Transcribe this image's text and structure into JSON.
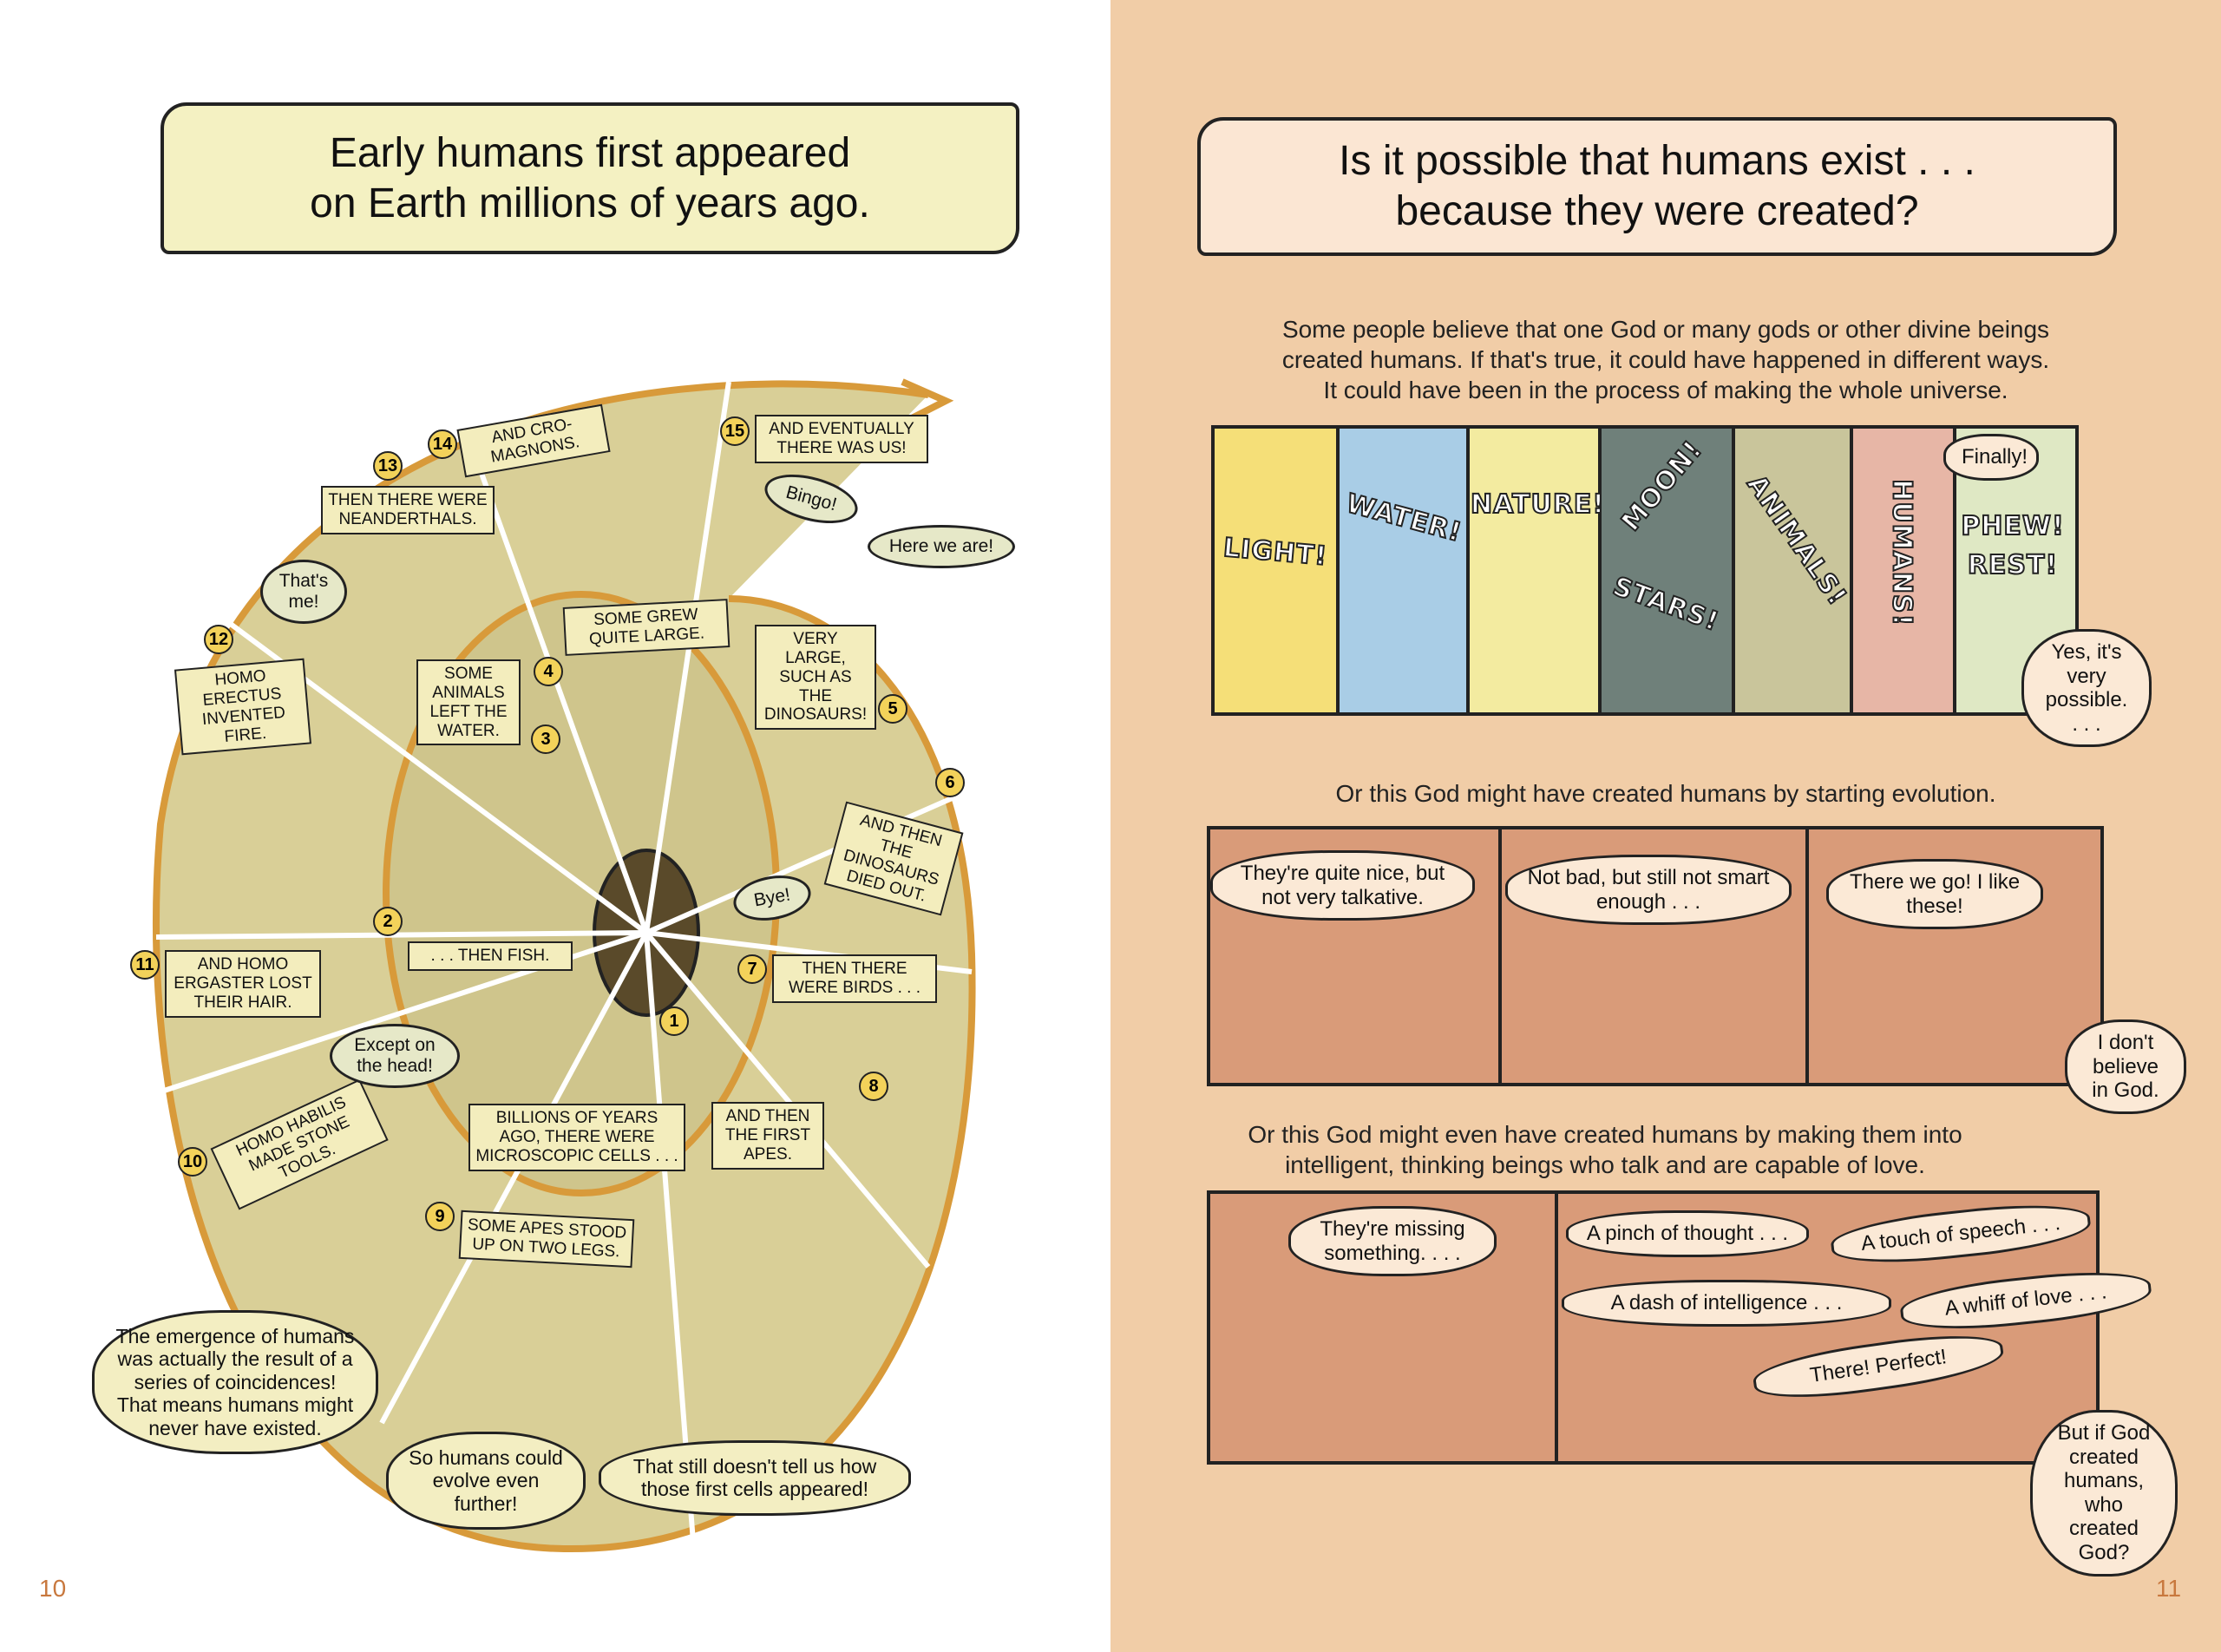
{
  "left_page": {
    "title_lines": [
      "Early humans first appeared",
      "on Earth millions of years ago."
    ],
    "page_number": "10",
    "spiral_steps": [
      {
        "n": "1",
        "text": "Billions of years ago, there were microscopic cells . . ."
      },
      {
        "n": "2",
        "text": ". . . then fish."
      },
      {
        "n": "3",
        "text": "Some animals left the water."
      },
      {
        "n": "4",
        "text": "Some grew quite large."
      },
      {
        "n": "5",
        "text": "Very large, such as the dinosaurs!"
      },
      {
        "n": "6",
        "text": "And then the dinosaurs died out."
      },
      {
        "n": "7",
        "text": "Then there were birds . . ."
      },
      {
        "n": "8",
        "text": "And then the first apes."
      },
      {
        "n": "9",
        "text": "Some apes stood up on two legs."
      },
      {
        "n": "10",
        "text": "Homo habilis made stone tools."
      },
      {
        "n": "11",
        "text": "And Homo ergaster lost their hair."
      },
      {
        "n": "12",
        "text": "Homo erectus invented fire."
      },
      {
        "n": "13",
        "text": "Then there were Neanderthals."
      },
      {
        "n": "14",
        "text": "And Cro-Magnons."
      },
      {
        "n": "15",
        "text": "And eventually there was us!"
      }
    ],
    "spiral_speech": {
      "bingo": "Bingo!",
      "here": "Here we are!",
      "thats_me": "That's me!",
      "except": "Except on the head!",
      "bye": "Bye!"
    },
    "bottom_bubbles": [
      "The emergence of humans was actually the result of a series of coincidences! That means humans might never have existed.",
      "So humans could evolve even further!",
      "That still doesn't tell us how those first cells appeared!"
    ]
  },
  "right_page": {
    "title_lines": [
      "Is it possible that humans exist . . .",
      "because they were created?"
    ],
    "page_number": "11",
    "intro": [
      "Some people believe that one God or many gods or other divine beings",
      "created humans. If that's true, it could have happened in different ways.",
      "It could have been in the process of making the whole universe."
    ],
    "strip1_labels": [
      "LIGHT!",
      "WATER!",
      "NATURE!",
      "MOON!",
      "STARS!",
      "ANIMALS!",
      "HUMANS!",
      "Finally!",
      "PHEW!",
      "REST!"
    ],
    "strip1_colors": [
      "#f5df78",
      "#a9cde6",
      "#f3eba0",
      "#6f807a",
      "#c9c59b",
      "#e7b6a6",
      "#dfe8c4"
    ],
    "bubble_possible": "Yes, it's very possible. . . .",
    "caption2": "Or this God might have created humans by starting evolution.",
    "strip2": [
      "They're quite nice, but not very talkative.",
      "Not bad, but still not smart enough . . .",
      "There we go! I like these!"
    ],
    "bubble_dont_believe": "I don't believe in God.",
    "caption3": [
      "Or this God might even have created humans by making them into",
      "intelligent, thinking beings who talk and are capable of love."
    ],
    "strip3": [
      "They're missing something. . . .",
      "A pinch of thought . . .",
      "A touch of speech . . .",
      "A dash of intelligence . . .",
      "A whiff of love . . .",
      "There! Perfect!"
    ],
    "bubble_who_created": "But if God created humans, who created God?"
  }
}
